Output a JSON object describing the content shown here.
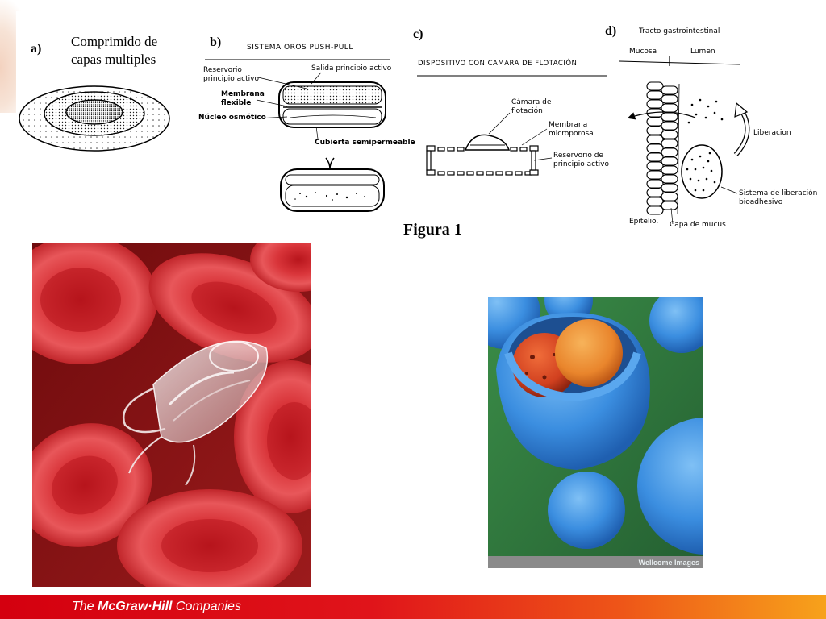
{
  "figure": {
    "caption": "Figura 1",
    "panel_a": {
      "letter": "a)",
      "title_line1": "Comprimido de",
      "title_line2": "capas multiples"
    },
    "panel_b": {
      "letter": "b)",
      "title": "SISTEMA OROS PUSH-PULL",
      "reservoir_line1": "Reservorio",
      "reservoir_line2": "principio activo",
      "outlet": "Salida principio activo",
      "membrane_line1": "Membrana",
      "membrane_line2": "flexible",
      "core": "Núcleo osmótico",
      "coating": "Cubierta semipermeable"
    },
    "panel_c": {
      "letter": "c)",
      "title": "DISPOSITIVO CON CAMARA DE FLOTACIÓN",
      "chamber_line1": "Cámara de",
      "chamber_line2": "flotación",
      "membrane_line1": "Membrana",
      "membrane_line2": "microporosa",
      "reservoir_line1": "Reservorio de",
      "reservoir_line2": "principio activo"
    },
    "panel_d": {
      "letter": "d)",
      "title": "Tracto gastrointestinal",
      "mucosa": "Mucosa",
      "lumen": "Lumen",
      "release": "Liberacion",
      "system_line1": "Sistema de liberación",
      "system_line2": "bioadhesivo",
      "epithelium": "Epitelio.",
      "mucus": "Capa de mucus"
    }
  },
  "photos": {
    "nanorobot": {
      "icon": "nanorobot-among-red-blood-cells-image"
    },
    "nanocapsule": {
      "icon": "blue-nanocapsule-image",
      "watermark": "Wellcome Images"
    }
  },
  "footer": {
    "brand_prefix": "The ",
    "brand_name": "McGraw·Hill",
    "brand_suffix": " Companies"
  },
  "colors": {
    "footer_start": "#d4000f",
    "footer_end": "#f7a21b",
    "blood_cell": "#c9262a",
    "capsule_blue": "#3b8ee0",
    "capsule_orange": "#e9852c",
    "background_green": "#2f7b3d"
  }
}
